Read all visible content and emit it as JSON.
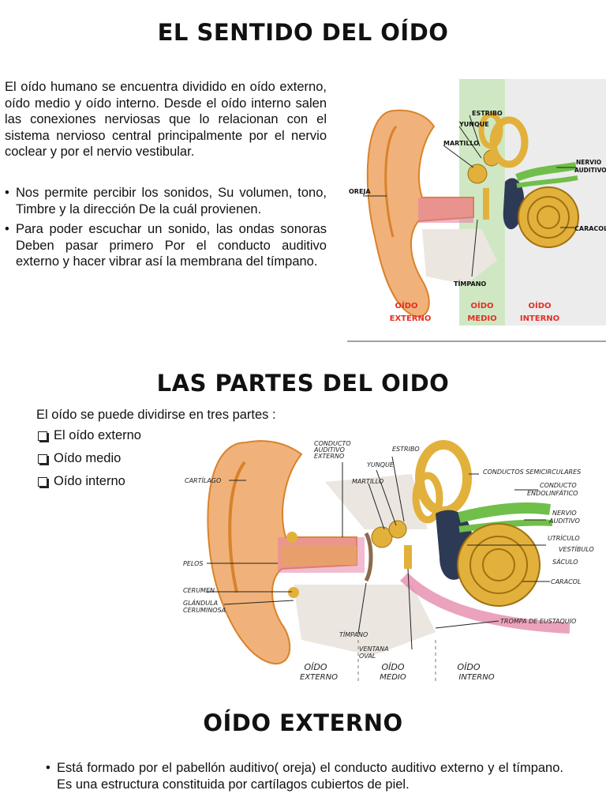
{
  "section1": {
    "title": "EL SENTIDO DEL OÍDO",
    "intro": "El oído humano se encuentra dividido en oído externo, oído medio y oído interno. Desde el oído interno salen las conexiones nerviosas que lo relacionan con el sistema nervioso central principalmente por el nervio coclear y por el nervio vestibular.",
    "bullets": [
      "Nos permite percibir los sonidos, Su volumen, tono, Timbre y la dirección De la cuál provienen.",
      "Para poder escuchar un sonido, las ondas sonoras Deben pasar primero Por el conducto auditivo externo  y hacer vibrar así la membrana del tímpano."
    ],
    "figure": {
      "labels": {
        "estribo": "ESTRIBO",
        "yunque": "YUNQUE",
        "martillo": "MARTILLO",
        "oreja": "OREJA",
        "nervio1": "NERVIO",
        "nervio2": "AUDITIVO",
        "caracol": "CARACOL",
        "timpano": "TÍMPANO"
      },
      "zones": {
        "externo1": "OÍDO",
        "externo2": "EXTERNO",
        "medio1": "OÍDO",
        "medio2": "MEDIO",
        "interno1": "OÍDO",
        "interno2": "INTERNO"
      }
    }
  },
  "section2": {
    "title": "LAS PARTES DEL OIDO",
    "intro": "El oído se puede dividirse en tres partes :",
    "items": [
      "El oído externo",
      "Oído medio",
      "Oído interno"
    ],
    "figure": {
      "labels": {
        "conducto1": "CONDUCTO",
        "conducto2": "AUDITIVO",
        "conducto3": "EXTERNO",
        "estribo": "ESTRIBO",
        "yunque": "YUNQUE",
        "martillo": "MARTILLO",
        "cartilago": "CARTÍLAGO",
        "semicirculares": "CONDUCTOS SEMICIRCULARES",
        "endolinf1": "CONDUCTO",
        "endolinf2": "ENDOLINFÁTICO",
        "nervio1": "NERVIO",
        "nervio2": "AUDITIVO",
        "utriculo": "UTRÍCULO",
        "vestibulo": "VESTÍBULO",
        "saculo": "SÁCULO",
        "pelos": "PELOS",
        "caracol": "CARACOL",
        "cerumen": "CERUMEN",
        "glandula1": "GLÁNDULA",
        "glandula2": "CERUMINOSA",
        "eustaquio": "TROMPA DE EUSTAQUIO",
        "timpano": "TÍMPANO",
        "ventana1": "VENTANA",
        "ventana2": "OVAL"
      },
      "zones": {
        "externo1": "OÍDO",
        "externo2": "EXTERNO",
        "medio1": "OÍDO",
        "medio2": "MEDIO",
        "interno1": "OÍDO",
        "interno2": "INTERNO"
      }
    }
  },
  "section3": {
    "title": "OÍDO EXTERNO",
    "bullets": [
      "Está formado por el pabellón auditivo( oreja) el conducto auditivo externo y el tímpano. Es una estructura constituida por cartílagos cubiertos de piel."
    ]
  },
  "colors": {
    "skin": "#f0b27a",
    "skinDark": "#d9822b",
    "cartilage": "#e8a06a",
    "bone": "#ece6e0",
    "boneDot": "#a8a29a",
    "pink": "#e37aa1",
    "gold": "#e2b13c",
    "nerve": "#6fbf4a",
    "vestibule": "#2d3a55",
    "zoneMid": "#cfe8c3",
    "zoneIn": "#ececec",
    "red": "#e03127"
  }
}
